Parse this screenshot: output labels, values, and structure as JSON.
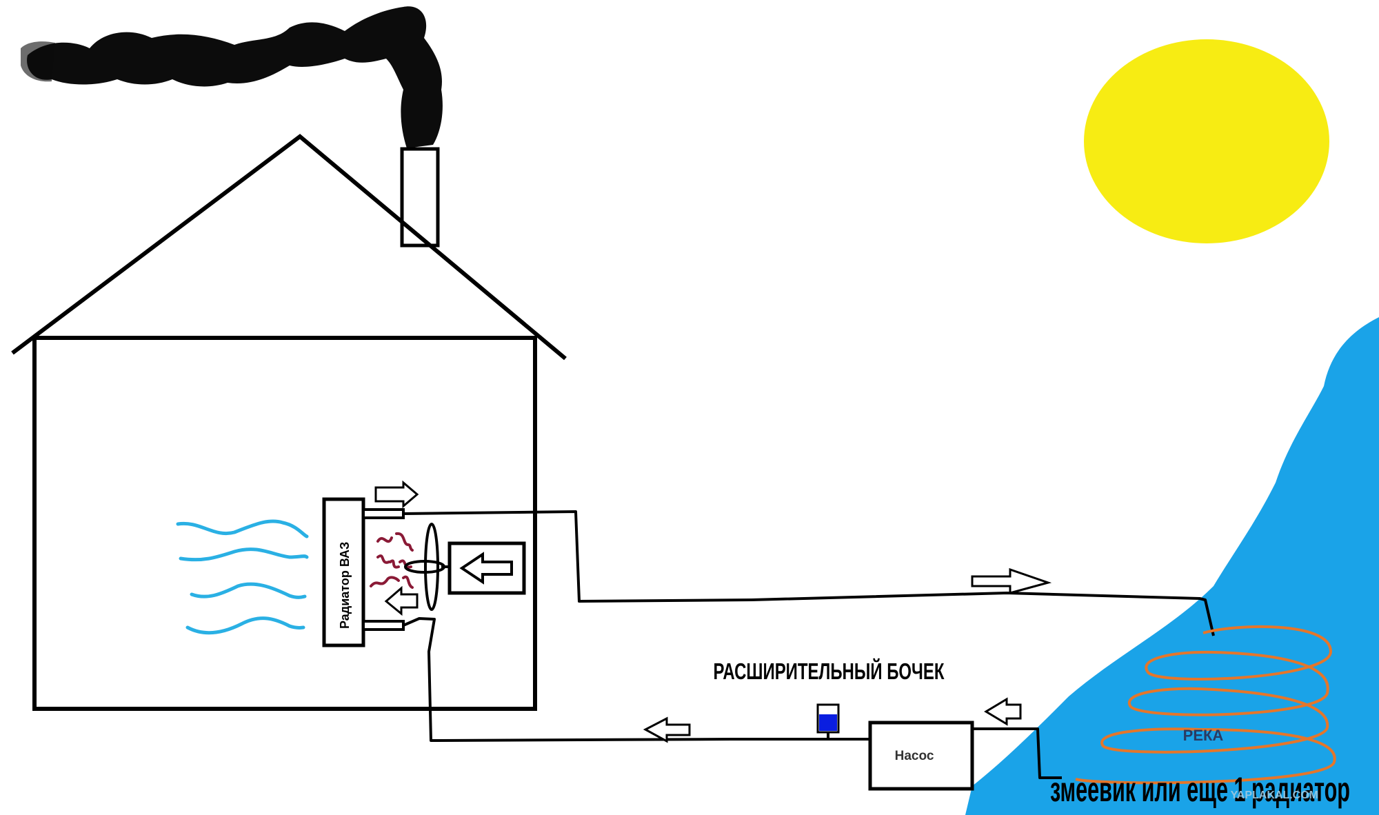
{
  "labels": {
    "radiator": "Радиатор ВАЗ",
    "expansion_tank": "РАСШИРИТЕЛЬНЫЙ БОЧЕК",
    "pump": "Насос",
    "river": "РЕКА",
    "coil_note": "змеевик или еще 1 радиатор",
    "watermark": "YAPLAKAL.COM"
  },
  "colors": {
    "line": "#000000",
    "sun": "#f7ec13",
    "river": "#1aa3e8",
    "air_waves": "#2ab0e4",
    "heat_waves": "#8a1a36",
    "coil": "#e5762a",
    "tank_water": "#0a1ee0",
    "smoke": "#0c0c0c"
  },
  "icons": [
    "house",
    "chimney",
    "smoke",
    "sun",
    "river",
    "fan",
    "arrow"
  ]
}
